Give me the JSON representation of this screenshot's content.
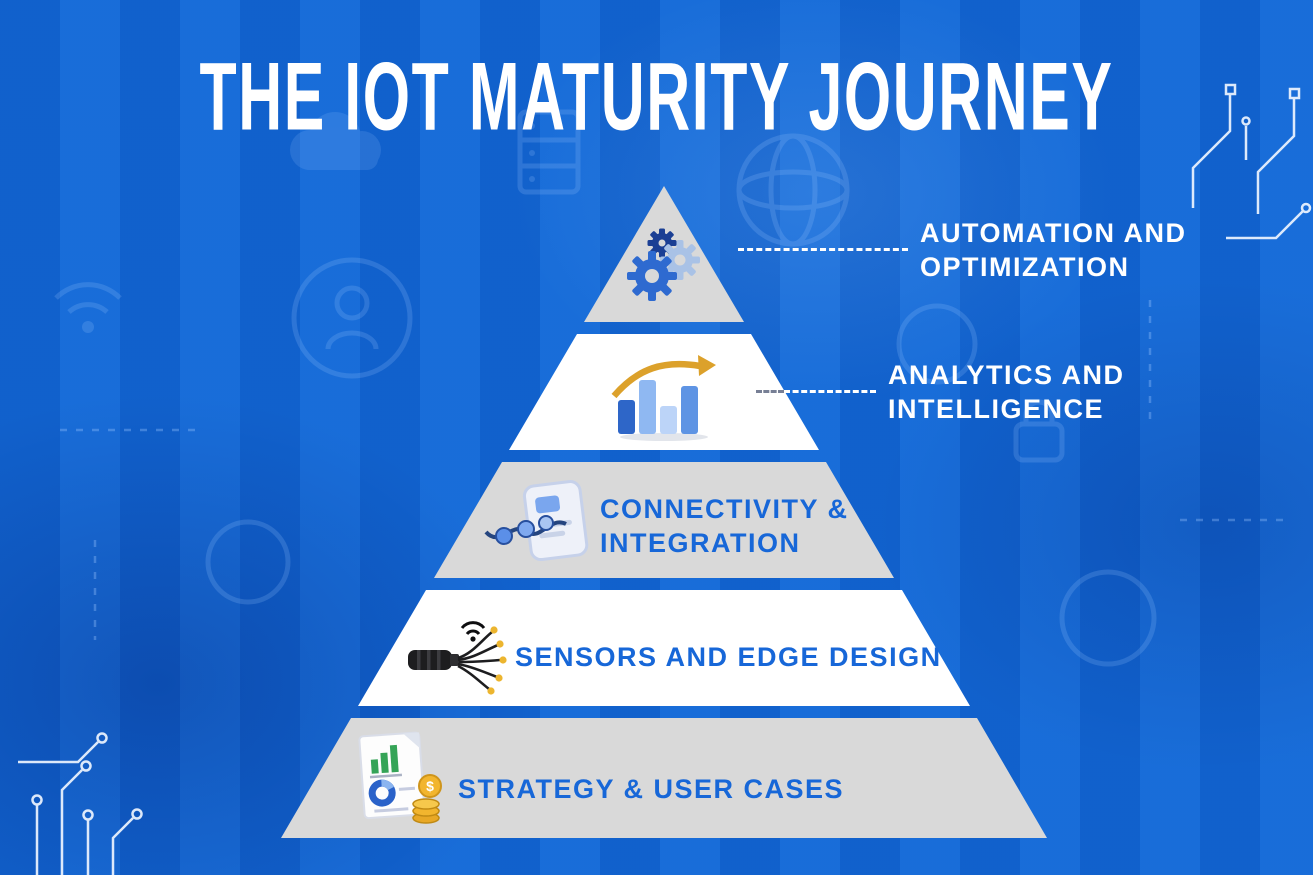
{
  "title": "THE IOT MATURITY JOURNEY",
  "levels": [
    {
      "rank": 1,
      "line1": "AUTOMATION AND",
      "line2": "OPTIMIZATION",
      "icon": "gears-icon",
      "band": "gray",
      "label_style": "white-outside"
    },
    {
      "rank": 2,
      "line1": "ANALYTICS AND",
      "line2": "INTELLIGENCE",
      "icon": "bar-chart-growth-icon",
      "band": "white",
      "label_style": "white-outside"
    },
    {
      "rank": 3,
      "line1": "CONNECTIVITY &",
      "line2": "INTEGRATION",
      "icon": "connectivity-device-icon",
      "band": "gray",
      "label_style": "blue-inside"
    },
    {
      "rank": 4,
      "line1": "SENSORS AND EDGE DESIGN",
      "line2": "",
      "icon": "sensor-cable-icon",
      "band": "white",
      "label_style": "blue-inside"
    },
    {
      "rank": 5,
      "line1": "STRATEGY & USER CASES",
      "line2": "",
      "icon": "strategy-document-icon",
      "band": "gray",
      "label_style": "blue-inside"
    }
  ],
  "icons": {
    "coin_symbol": "$"
  },
  "colors": {
    "background_blue": "#1268d6",
    "band_gray": "#d9d9d9",
    "band_white": "#ffffff",
    "label_blue": "#1767d8",
    "label_white": "#ffffff",
    "arrow_gold": "#dca12b",
    "decor_blue": "#9cc6ff",
    "circuit_white": "#eef5ff"
  }
}
